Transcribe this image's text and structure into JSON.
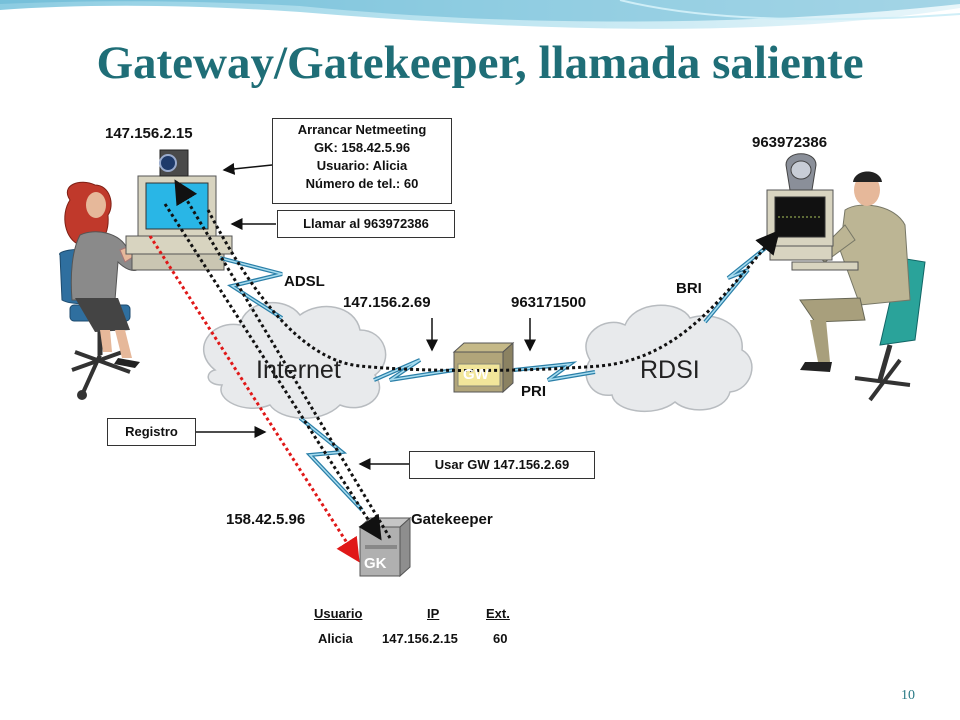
{
  "slide": {
    "title": "Gateway/Gatekeeper, llamada saliente",
    "page_number": "10"
  },
  "labels": {
    "ip_pc": "147.156.2.15",
    "remote_number": "963972386",
    "adsl": "ADSL",
    "bri": "BRI",
    "gw_ip": "147.156.2.69",
    "gw_number": "963171500",
    "internet": "Internet",
    "rdsi": "RDSI",
    "pri": "PRI",
    "gw_short": "GW",
    "gk_ip": "158.42.5.96",
    "gk_name": "Gatekeeper",
    "gk_short": "GK"
  },
  "boxes": {
    "startup": {
      "lines": [
        "Arrancar Netmeeting",
        "GK: 158.42.5.96",
        "Usuario: Alicia",
        "Número de tel.: 60"
      ]
    },
    "call": "Llamar al 963972386",
    "registro": "Registro",
    "use_gw": "Usar GW 147.156.2.69"
  },
  "table": {
    "headers": [
      "Usuario",
      "IP",
      "Ext."
    ],
    "rows": [
      [
        "Alicia",
        "147.156.2.15",
        "60"
      ]
    ]
  },
  "colors": {
    "title": "#1f6e77",
    "wave": "#8fd0e4",
    "cloud": "#e8eaec",
    "lightning": "#2a7fa8",
    "registro_path": "#e01818",
    "signal_path": "#111111"
  }
}
